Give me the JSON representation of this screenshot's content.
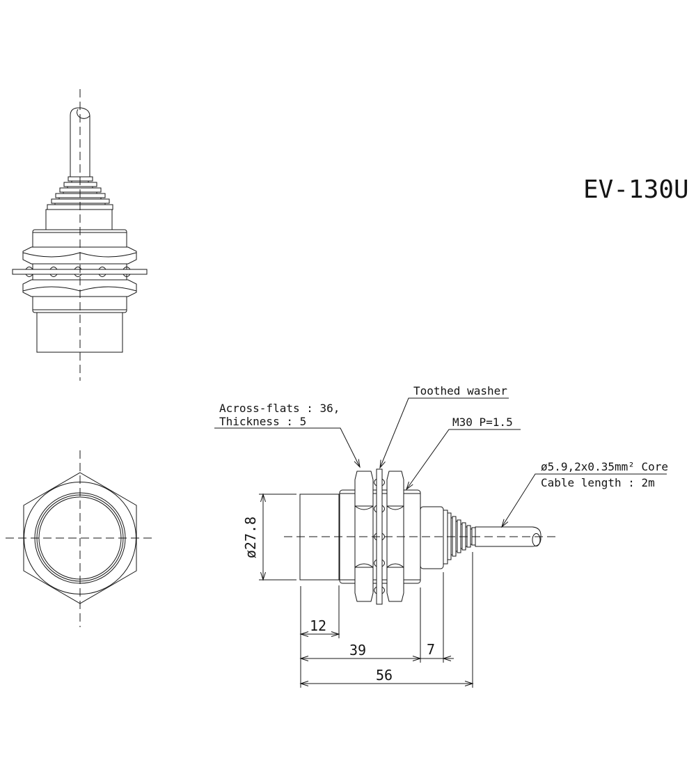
{
  "title": "EV-130U",
  "annotations": {
    "across_flats": {
      "line1": "Across-flats : 36,",
      "line2": "Thickness : 5"
    },
    "toothed_washer": "Toothed washer",
    "thread_spec": "M30 P=1.5",
    "cable_spec": {
      "line1": "ø5.9,2x0.35mm² Core",
      "line2": "Cable length : 2m"
    }
  },
  "dimensions": {
    "head_diameter": "ø27.8",
    "head_length": "12",
    "thread_length": "39",
    "clamp_length": "7",
    "overall_length": "56"
  },
  "colors": {
    "line": "#141414",
    "background": "#ffffff"
  }
}
